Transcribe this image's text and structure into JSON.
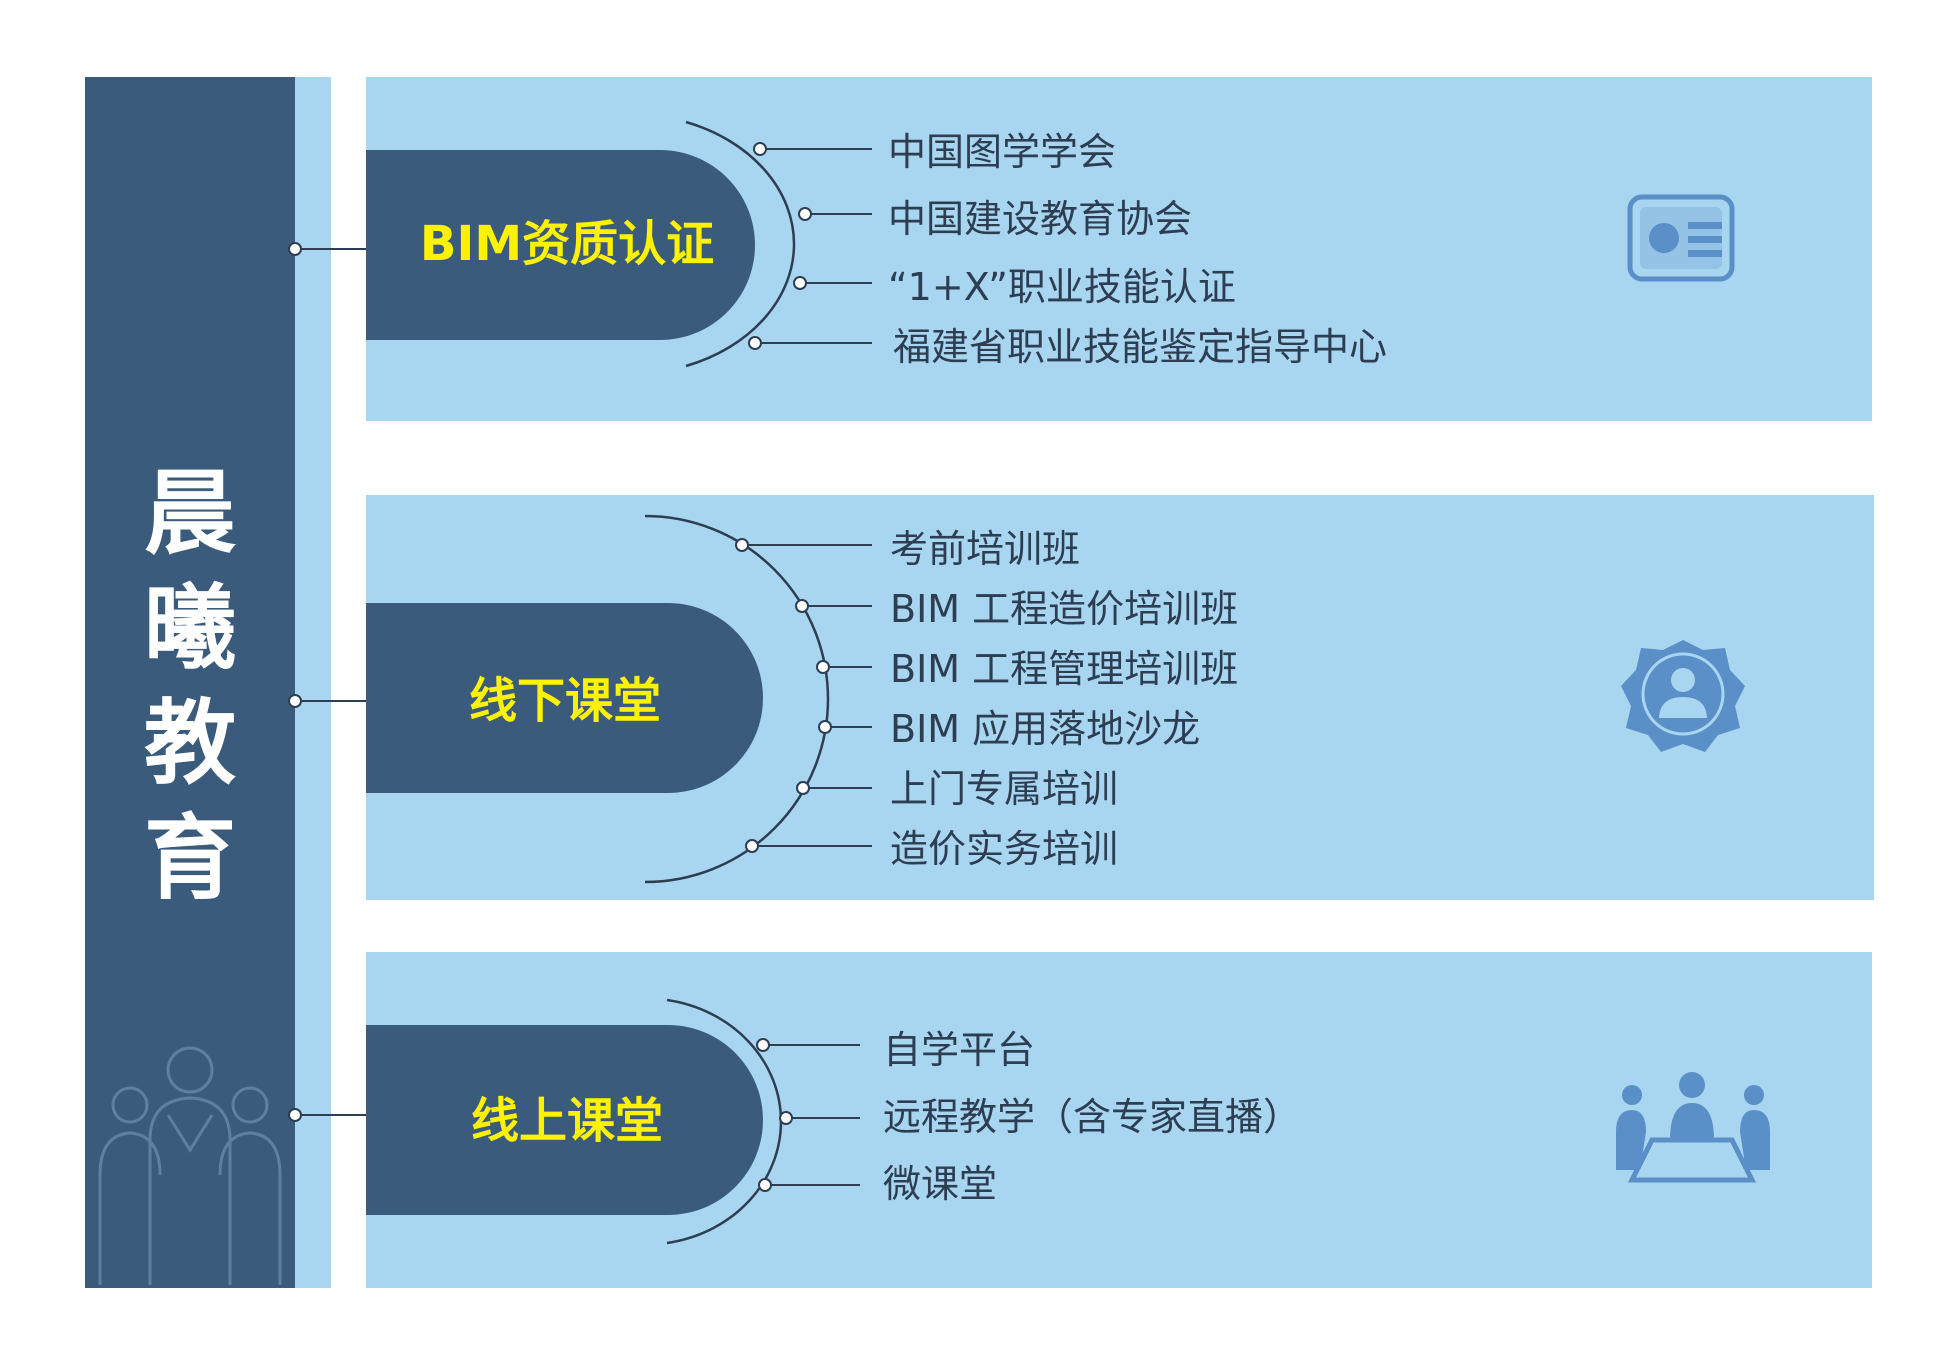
{
  "org_title": "晨曦教育",
  "colors": {
    "dark_navy": "#3a5b7c",
    "light_blue": "#a8d5f0",
    "accent_yellow": "#fff200",
    "icon_blue": "#5a8fc7",
    "text_dark": "#2e3e52"
  },
  "sections": [
    {
      "label": "BIM资质认证",
      "icon": "id-card-icon",
      "items": [
        "中国图学学会",
        "中国建设教育协会",
        "“1+X”职业技能认证",
        "福建省职业技能鉴定指导中心"
      ]
    },
    {
      "label": "线下课堂",
      "icon": "certified-person-badge-icon",
      "items": [
        "考前培训班",
        "BIM 工程造价培训班",
        "BIM 工程管理培训班",
        "BIM 应用落地沙龙",
        "上门专属培训",
        "造价实务培训"
      ]
    },
    {
      "label": "线上课堂",
      "icon": "meeting-presentation-icon",
      "items": [
        "自学平台",
        "远程教学（含专家直播）",
        "微课堂"
      ]
    }
  ]
}
